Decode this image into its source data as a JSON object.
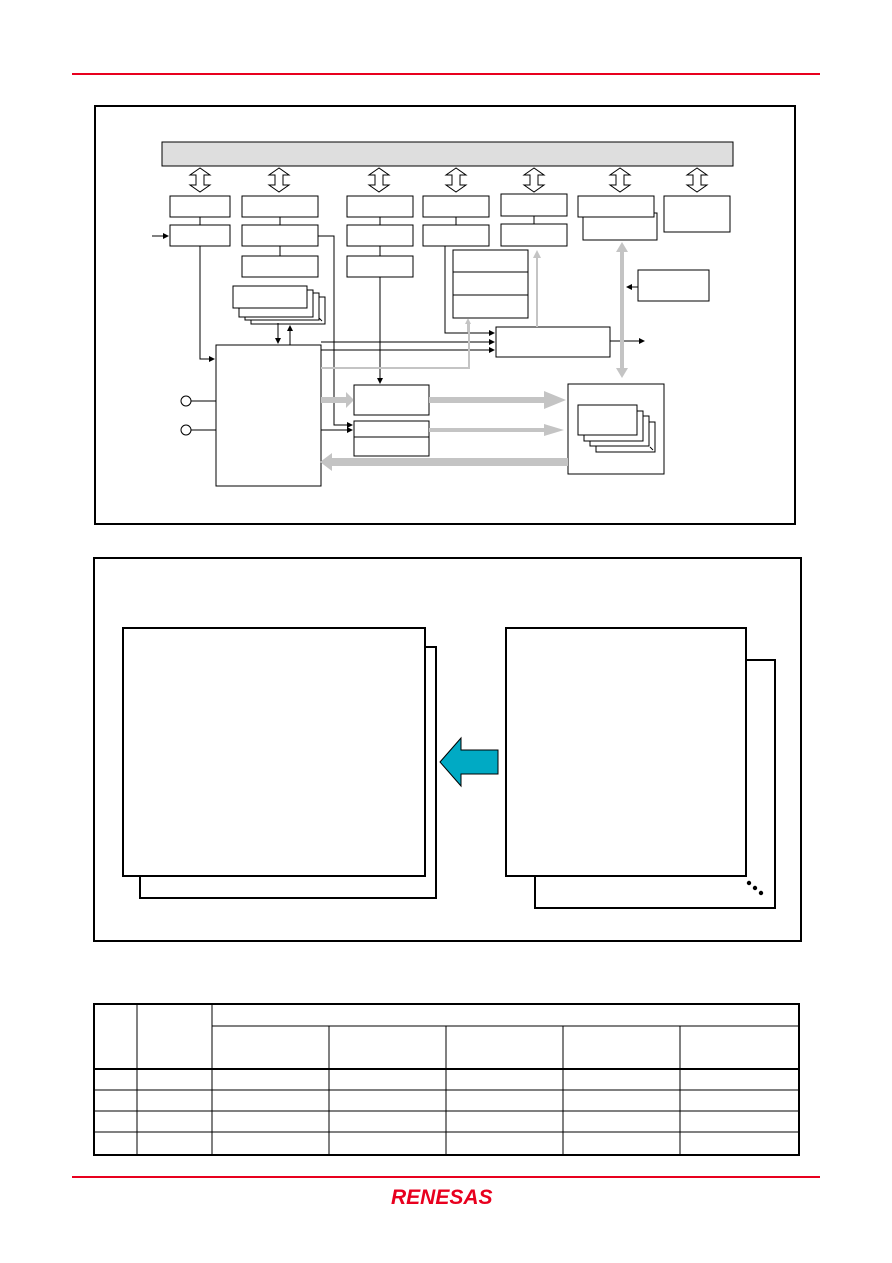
{
  "colors": {
    "rule": "#e8001e",
    "bus": "#dedede",
    "gray_arrow": "#c4c4c4",
    "accent_arrow": "#00aac4",
    "logo": "#e8001e",
    "line": "#000000"
  },
  "footer": {
    "logo_text": "RENESAS",
    "logo_icon": "renesas-logo"
  },
  "icons": {
    "transfer_arrow": "left-arrow-icon",
    "continuation": "ellipsis-icon"
  },
  "table": {
    "header_spans": 5,
    "body_rows": 4
  }
}
